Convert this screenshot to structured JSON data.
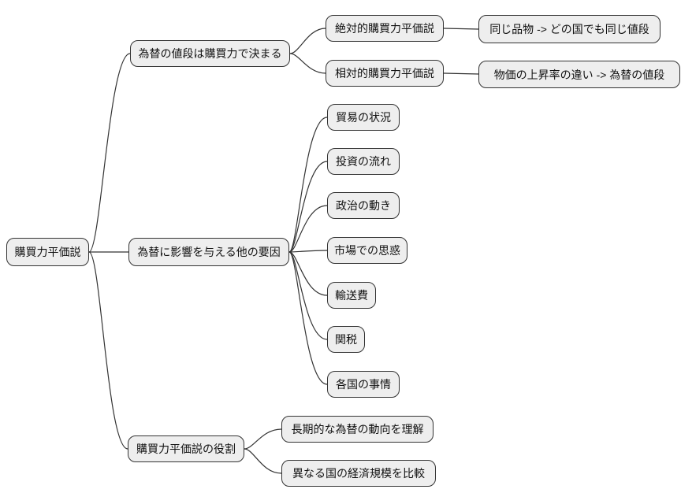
{
  "style": {
    "background": "#ffffff",
    "node_fill": "#eeeeee",
    "node_border": "#333333",
    "edge_color": "#333333",
    "text_color": "#111111"
  },
  "mindmap": {
    "root": "購買力平価説",
    "branches": [
      {
        "label": "為替の値段は購買力で決まる",
        "children": [
          {
            "label": "絶対的購買力平価説",
            "children": [
              {
                "label": "同じ品物 -> どの国でも同じ値段"
              }
            ]
          },
          {
            "label": "相対的購買力平価説",
            "children": [
              {
                "label": "物価の上昇率の違い -> 為替の値段"
              }
            ]
          }
        ]
      },
      {
        "label": "為替に影響を与える他の要因",
        "children": [
          {
            "label": "貿易の状況"
          },
          {
            "label": "投資の流れ"
          },
          {
            "label": "政治の動き"
          },
          {
            "label": "市場での思惑"
          },
          {
            "label": "輸送費"
          },
          {
            "label": "関税"
          },
          {
            "label": "各国の事情"
          }
        ]
      },
      {
        "label": "購買力平価説の役割",
        "children": [
          {
            "label": "長期的な為替の動向を理解"
          },
          {
            "label": "異なる国の経済規模を比較"
          }
        ]
      }
    ]
  }
}
